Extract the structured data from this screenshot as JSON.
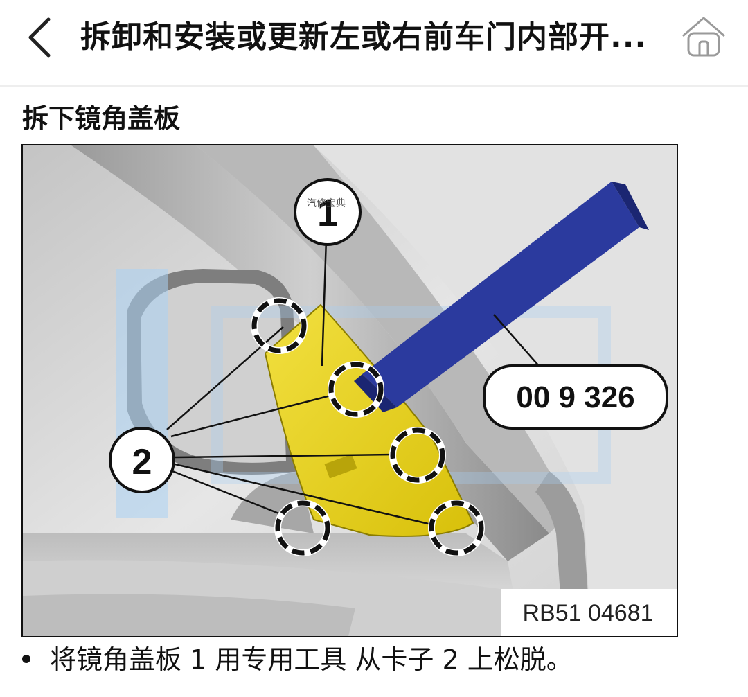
{
  "header": {
    "title": "拆卸和安装或更新左或右前车门内部开...",
    "back_icon": "chevron-left-icon",
    "home_icon": "home-icon"
  },
  "section": {
    "title": "拆下镜角盖板"
  },
  "figure": {
    "callout_1": "1",
    "callout_2": "2",
    "tool_number": "00 9 326",
    "reference_code": "RB51 04681",
    "watermark_small": "汽修宝典",
    "colors": {
      "cover_panel": "#e6d21a",
      "tool": "#2b3a9e",
      "background": "#d9d9d9",
      "watermark": "#a9d1f5"
    }
  },
  "instruction": {
    "text": "将镜角盖板 1 用专用工具 从卡子 2 上松脱。"
  }
}
